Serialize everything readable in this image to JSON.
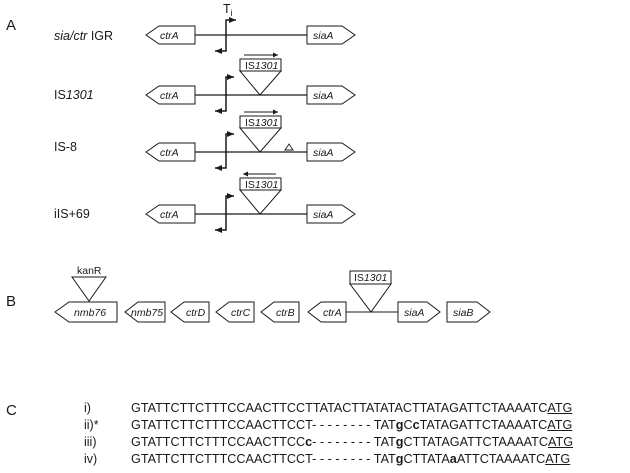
{
  "panels": {
    "a": "A",
    "b": "B",
    "c": "C"
  },
  "panel_a": {
    "ti_label": "T",
    "ti_sub": "i",
    "rows": [
      {
        "label_plain": "sia/ctr",
        "label_rest": " IGR",
        "gene_left": "ctrA",
        "gene_right": "siaA",
        "insert": null
      },
      {
        "label_plain": "IS",
        "label_rest": "1301",
        "gene_left": "ctrA",
        "gene_right": "siaA",
        "insert": {
          "is": "IS",
          "num": "1301",
          "arrow": "right",
          "triangle_mark": false
        }
      },
      {
        "label_plain": "IS-8",
        "label_rest": "",
        "gene_left": "ctrA",
        "gene_right": "siaA",
        "insert": {
          "is": "IS",
          "num": "1301",
          "arrow": "right",
          "triangle_mark": true
        }
      },
      {
        "label_plain": "iIS+69",
        "label_rest": "",
        "gene_left": "ctrA",
        "gene_right": "siaA",
        "insert": {
          "is": "IS",
          "num": "1301",
          "arrow": "left",
          "triangle_mark": false
        }
      }
    ]
  },
  "panel_b": {
    "kan_label": "kanR",
    "is_label": "IS",
    "is_num": "1301",
    "genes": [
      "nmb76",
      "nmb75",
      "ctrD",
      "ctrC",
      "ctrB",
      "ctrA",
      "siaA",
      "siaB"
    ]
  },
  "panel_c": {
    "sequences": [
      {
        "id": "i)",
        "segments": [
          {
            "t": "GTATTCTTCTTTCCAACTTCCTTATACTTATATACTTATAGATTCTAAAATC",
            "s": "n"
          },
          {
            "t": "ATG",
            "s": "u"
          }
        ]
      },
      {
        "id": "ii)*",
        "segments": [
          {
            "t": "GTATTCTTCTTTCCAACTTCCT- - - - - - - - TAT",
            "s": "n"
          },
          {
            "t": "g",
            "s": "b"
          },
          {
            "t": "C",
            "s": "n"
          },
          {
            "t": "c",
            "s": "b"
          },
          {
            "t": "TATAGATTCTAAAATC",
            "s": "n"
          },
          {
            "t": "ATG",
            "s": "u"
          }
        ]
      },
      {
        "id": "iii)",
        "segments": [
          {
            "t": "GTATTCTTCTTTCCAACTTCC",
            "s": "n"
          },
          {
            "t": "c",
            "s": "b"
          },
          {
            "t": "- - - - - - - - TAT",
            "s": "n"
          },
          {
            "t": "g",
            "s": "b"
          },
          {
            "t": "CTTATAGATTCTAAAATC",
            "s": "n"
          },
          {
            "t": "ATG",
            "s": "u"
          }
        ]
      },
      {
        "id": "iv)",
        "segments": [
          {
            "t": "GTATTCTTCTTTCCAACTTCCT- - - - - - - - TAT",
            "s": "n"
          },
          {
            "t": "g",
            "s": "b"
          },
          {
            "t": "CTTATA",
            "s": "n"
          },
          {
            "t": "a",
            "s": "b"
          },
          {
            "t": "ATTCTAAAATC",
            "s": "n"
          },
          {
            "t": "ATG",
            "s": "u"
          }
        ]
      }
    ]
  }
}
